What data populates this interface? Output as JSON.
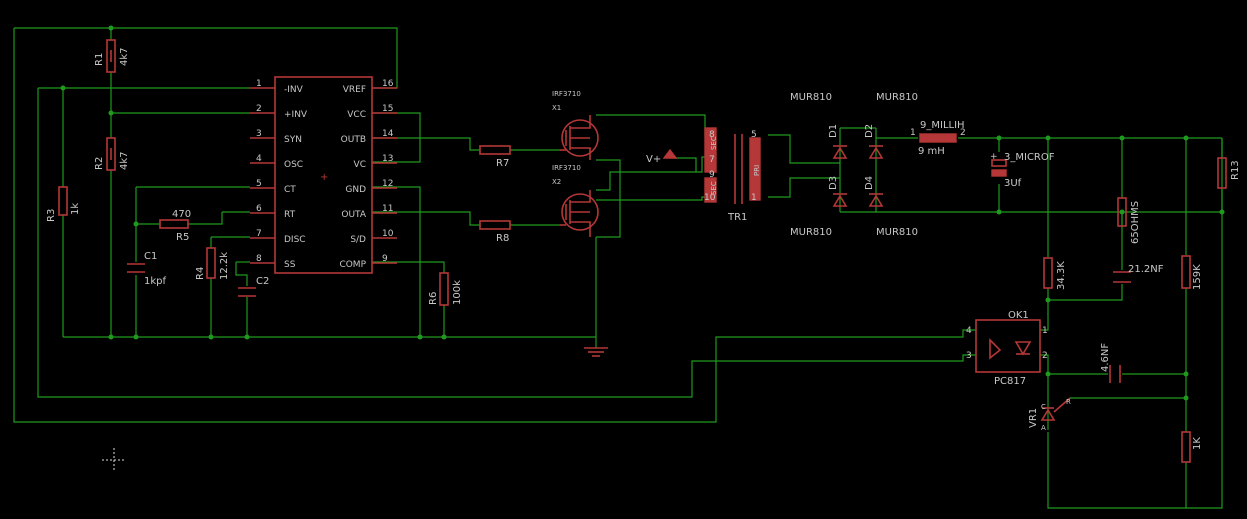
{
  "ic": {
    "left_pins": [
      {
        "num": "1",
        "name": "-INV"
      },
      {
        "num": "2",
        "name": "+INV"
      },
      {
        "num": "3",
        "name": "SYN"
      },
      {
        "num": "4",
        "name": "OSC"
      },
      {
        "num": "5",
        "name": "CT"
      },
      {
        "num": "6",
        "name": "RT"
      },
      {
        "num": "7",
        "name": "DISC"
      },
      {
        "num": "8",
        "name": "SS"
      }
    ],
    "right_pins": [
      {
        "num": "16",
        "name": "VREF"
      },
      {
        "num": "15",
        "name": "VCC"
      },
      {
        "num": "14",
        "name": "OUTB"
      },
      {
        "num": "13",
        "name": "VC"
      },
      {
        "num": "12",
        "name": "GND"
      },
      {
        "num": "11",
        "name": "OUTA"
      },
      {
        "num": "10",
        "name": "S/D"
      },
      {
        "num": "9",
        "name": "COMP"
      }
    ]
  },
  "parts": {
    "r1": {
      "name": "R1",
      "value": "4k7"
    },
    "r2": {
      "name": "R2",
      "value": "4k7"
    },
    "r3": {
      "name": "R3",
      "value": "1k"
    },
    "r4": {
      "name": "R4",
      "value": "12.2k"
    },
    "r5": {
      "name": "R5",
      "value": "470"
    },
    "r6": {
      "name": "R6",
      "value": "100k"
    },
    "r7": {
      "name": "R7"
    },
    "r8": {
      "name": "R8"
    },
    "r13": {
      "name": "R13"
    },
    "c1": {
      "name": "C1",
      "value": "1kpf"
    },
    "c2": {
      "name": "C2"
    },
    "x1": {
      "name": "X1",
      "value": "IRF3710"
    },
    "x2": {
      "name": "X2",
      "value": "IRF3710"
    },
    "tr1": {
      "name": "TR1",
      "sec_label": "SEC",
      "pri_label": "PRI",
      "pins": [
        "8",
        "7",
        "9",
        "10",
        "5",
        "1"
      ]
    },
    "vplus": {
      "name": "V+"
    },
    "d1": {
      "name": "D1",
      "value": "MUR810"
    },
    "d2": {
      "name": "D2",
      "value": "MUR810"
    },
    "d3": {
      "name": "D3",
      "value": "MUR810"
    },
    "d4": {
      "name": "D4",
      "value": "MUR810"
    },
    "l1": {
      "name": "9_MILLIH",
      "value": "9 mH",
      "pin1": "1",
      "pin2": "2"
    },
    "c_out": {
      "name": "3_MICROF",
      "value": "3Uf"
    },
    "r_load": {
      "value": "65OHMS"
    },
    "r_343": {
      "value": "34.3K"
    },
    "r_159": {
      "value": "159K"
    },
    "c_212": {
      "value": "21.2NF"
    },
    "c_46": {
      "value": "4.6NF"
    },
    "r_1k": {
      "value": "1K"
    },
    "ok1": {
      "name": "OK1",
      "value": "PC817",
      "pins": [
        "4",
        "3",
        "1",
        "2"
      ]
    },
    "vr1": {
      "name": "VR1",
      "pin_a": "A",
      "pin_c": "C",
      "pin_r": "R"
    }
  },
  "colors": {
    "wire": "#1f9a1f",
    "part": "#b53737",
    "text": "#c8c8c8",
    "background": "#000000"
  }
}
